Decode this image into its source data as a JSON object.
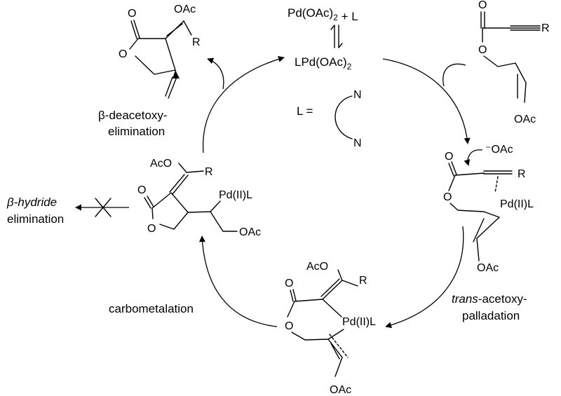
{
  "equilibrium": {
    "top": "Pd(OAc)2 + L",
    "bottom": "LPd(OAc)2",
    "ligand_label": "L ="
  },
  "steps": {
    "trans_acetoxypalladation": [
      "trans-acetoxy-",
      "palladation"
    ],
    "carbometalation": "carbometalation",
    "beta_deacetoxy_elimination": [
      "β-deacetoxy-",
      "elimination"
    ],
    "beta_hydride_elimination": [
      "β-hydride",
      "elimination"
    ]
  },
  "atoms": {
    "O": "O",
    "N": "N",
    "R": "R",
    "OAc": "OAc",
    "AcO": "AcO",
    "PdL": "Pd(II)L",
    "acetate": "⁻OAc"
  },
  "colors": {
    "ink": "#000000",
    "background": "#ffffff"
  }
}
